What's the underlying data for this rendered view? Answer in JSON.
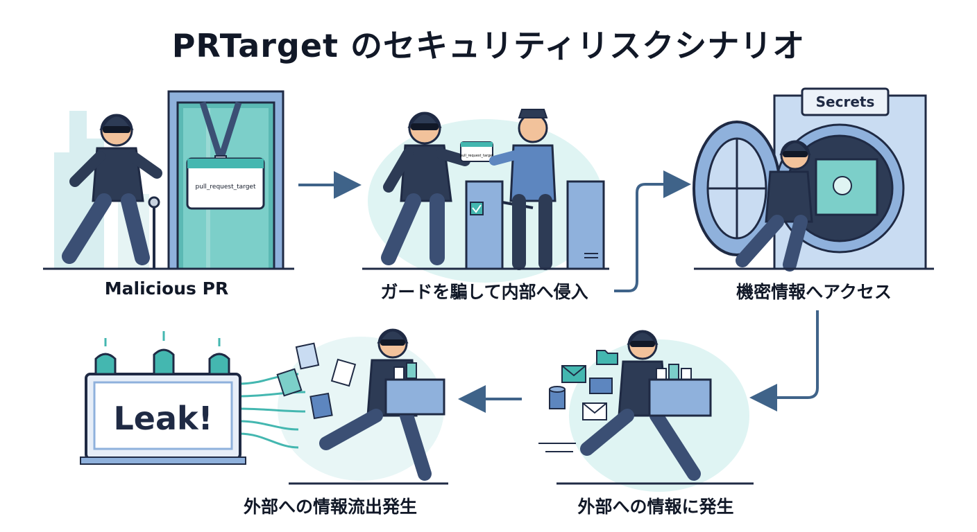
{
  "title": "PRTarget のセキュリティリスクシナリオ",
  "steps": [
    {
      "caption": "Malicious PR",
      "badge": "pull_request_target"
    },
    {
      "caption": "ガードを騙して内部へ侵入",
      "badge": "pull_request_target"
    },
    {
      "caption": "機密情報へアクセス",
      "vault_sign": "Secrets"
    },
    {
      "caption": "外部への情報に発生"
    },
    {
      "caption": "外部への情報流出発生",
      "screen_text": "Leak!"
    }
  ],
  "colors": {
    "outline": "#1f2a44",
    "navy": "#2d3b55",
    "blue": "#5d86bf",
    "light_blue": "#c9dcf2",
    "teal": "#44b7b0",
    "mint": "#dff4f3",
    "arrow": "#3f6389",
    "ground": "#1f2a44"
  },
  "icons": [
    "thief-icon",
    "doorway-icon",
    "id-badge-icon",
    "guard-icon",
    "turnstile-icon",
    "vault-icon",
    "box-of-files-icon",
    "envelope-icon",
    "document-icon",
    "folder-icon",
    "database-icon",
    "alarm-light-icon",
    "leak-sign-icon",
    "arrow-icon"
  ]
}
